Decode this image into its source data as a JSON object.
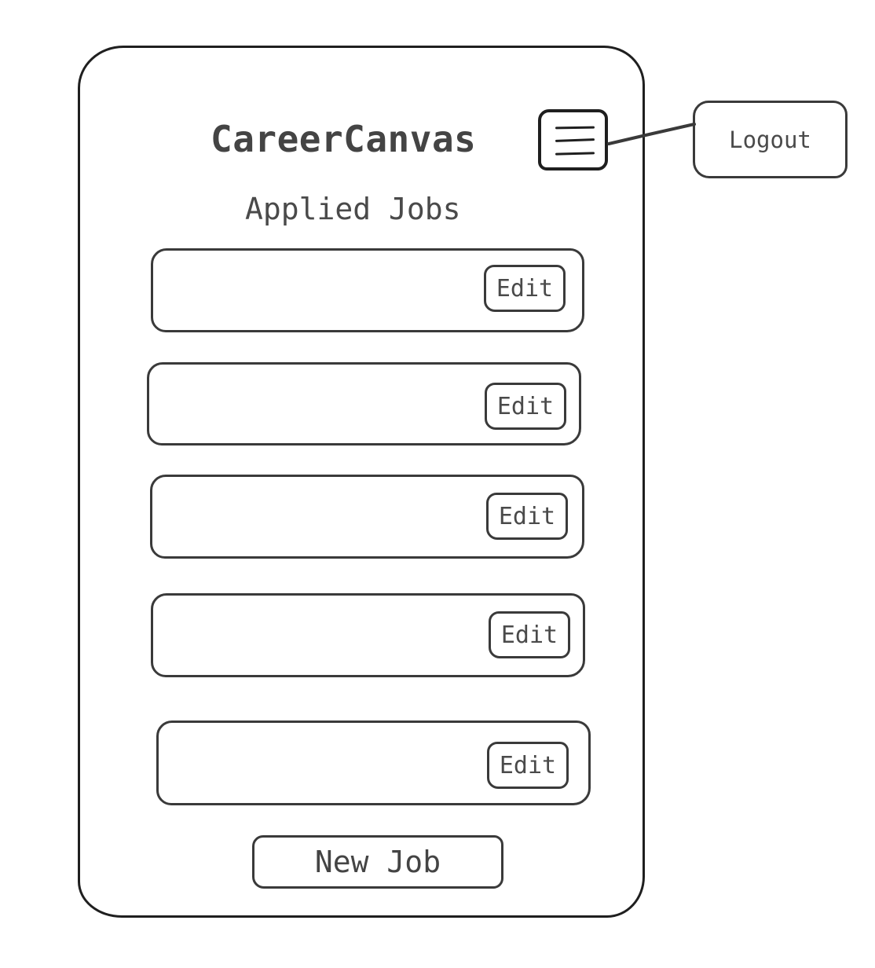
{
  "app": {
    "title": "CareerCanvas"
  },
  "header": {
    "menu_icon": "hamburger-menu-icon",
    "logout_label": "Logout"
  },
  "main": {
    "section_title": "Applied Jobs",
    "jobs": [
      {
        "edit_label": "Edit"
      },
      {
        "edit_label": "Edit"
      },
      {
        "edit_label": "Edit"
      },
      {
        "edit_label": "Edit"
      },
      {
        "edit_label": "Edit"
      }
    ],
    "new_job_label": "New Job"
  },
  "colors": {
    "stroke": "#1f1f1f",
    "text": "#4a4a4a",
    "background": "#ffffff"
  }
}
